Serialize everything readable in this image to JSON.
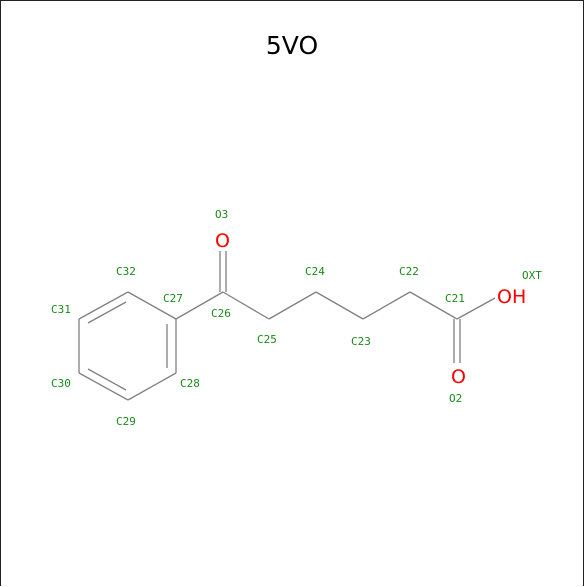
{
  "title": "5VO",
  "atoms": {
    "C21": "C21",
    "C22": "C22",
    "C23": "C23",
    "C24": "C24",
    "C25": "C25",
    "C26": "C26",
    "C27": "C27",
    "C28": "C28",
    "C29": "C29",
    "C30": "C30",
    "C31": "C31",
    "C32": "C32",
    "O2": "O2",
    "O3": "O3",
    "OXT": "OXT"
  },
  "symbols": {
    "O_keto": "O",
    "O_carboxyl": "O",
    "OH": "OH"
  },
  "colors": {
    "atom_label": "#1a8a1a",
    "oxygen": "#ff0000",
    "bond": "#808080"
  }
}
